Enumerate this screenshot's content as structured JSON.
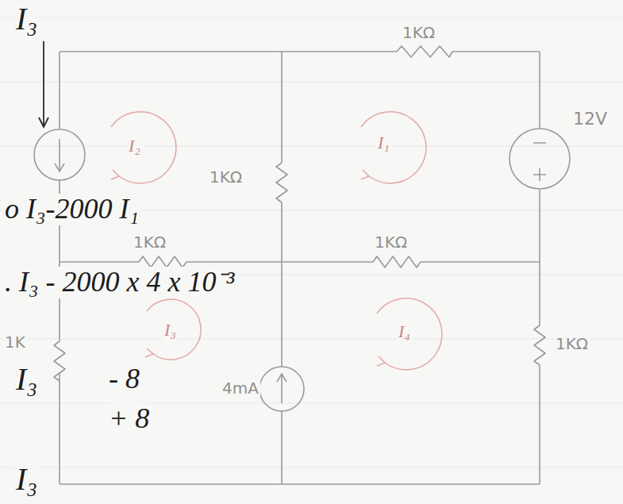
{
  "diagram": {
    "labels": [
      "I₃",
      "1KΩ",
      "12V",
      "I₂",
      "I₁",
      "1KΩ",
      "o I₃-2000 I₁",
      "1KΩ",
      "1KΩ",
      ". I₃ - 2000 x 4 x 10⁻³",
      "I₃",
      "I₄",
      "1K",
      "1KΩ",
      "I₃",
      "- 8",
      "4mA",
      "+ 8",
      "I₃"
    ]
  }
}
